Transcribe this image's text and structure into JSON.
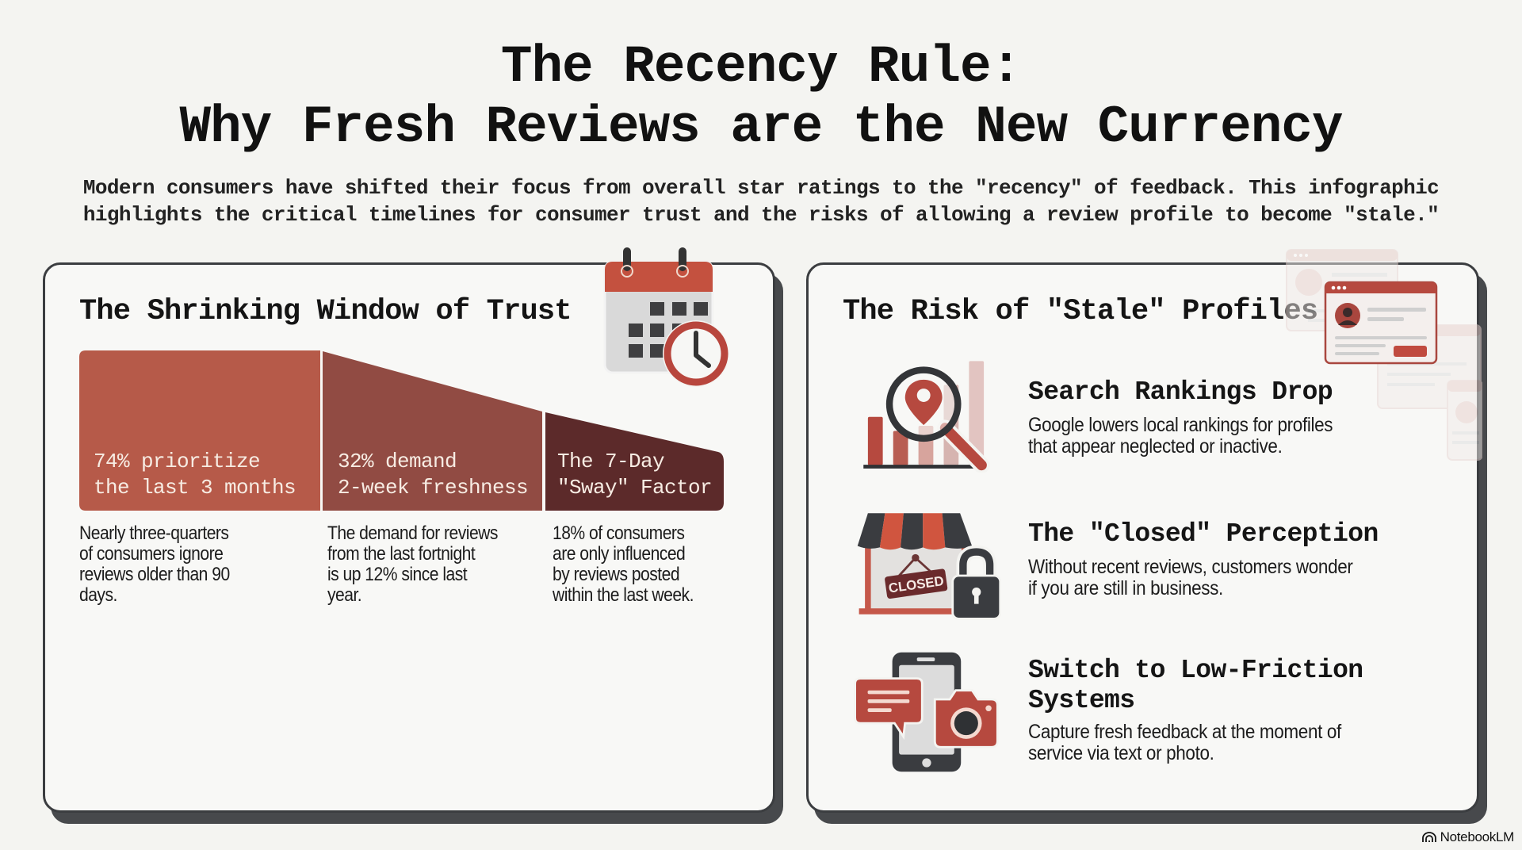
{
  "header": {
    "title_line1": "The Recency Rule:",
    "title_line2": "Why Fresh Reviews are the New Currency",
    "subtitle_line1": "Modern consumers have shifted their focus from overall star ratings to the \"recency\" of feedback. This infographic",
    "subtitle_line2": "highlights the critical timelines for consumer trust and the risks of allowing a review profile to become \"stale.\""
  },
  "left_panel": {
    "heading": "The Shrinking Window of Trust",
    "icon": "calendar-clock-icon",
    "segments": [
      {
        "label_line1": "74% prioritize",
        "label_line2": "the last 3 months",
        "description": [
          "Nearly three-quarters",
          "of consumers ignore",
          "reviews older than 90",
          "days."
        ],
        "color": "#b65a49"
      },
      {
        "label_line1": "32% demand",
        "label_line2": "2-week freshness",
        "description": [
          "The demand for reviews",
          "from the last fortnight",
          "is up 12% since last",
          "year."
        ],
        "color": "#914b43"
      },
      {
        "label_line1": "The 7-Day",
        "label_line2": "\"Sway\" Factor",
        "description": [
          "18% of consumers",
          "are only influenced",
          "by reviews posted",
          "within the last week."
        ],
        "color": "#5c2a2a"
      }
    ]
  },
  "right_panel": {
    "heading": "The Risk of \"Stale\" Profiles",
    "decor_icon": "stacked-profile-cards-icon",
    "items": [
      {
        "icon": "search-rankings-icon",
        "title_line1": "Search Rankings Drop",
        "desc_line1": "Google lowers local rankings for profiles",
        "desc_line2": "that appear neglected or inactive."
      },
      {
        "icon": "closed-store-icon",
        "sign_text": "CLOSED",
        "title_line1": "The \"Closed\" Perception",
        "desc_line1": "Without recent reviews, customers wonder",
        "desc_line2": "if you are still in business."
      },
      {
        "icon": "phone-feedback-icon",
        "title_line1": "Switch to Low-Friction",
        "title_line2": "Systems",
        "desc_line1": "Capture fresh feedback at the moment of",
        "desc_line2": "service via text or photo."
      }
    ]
  },
  "watermark": {
    "label": "NotebookLM"
  },
  "colors": {
    "background": "#f4f4f1",
    "accent_red": "#b6493f",
    "dark": "#3b3d40",
    "terracotta": "#b65a49",
    "maroon": "#5c2a2a"
  }
}
